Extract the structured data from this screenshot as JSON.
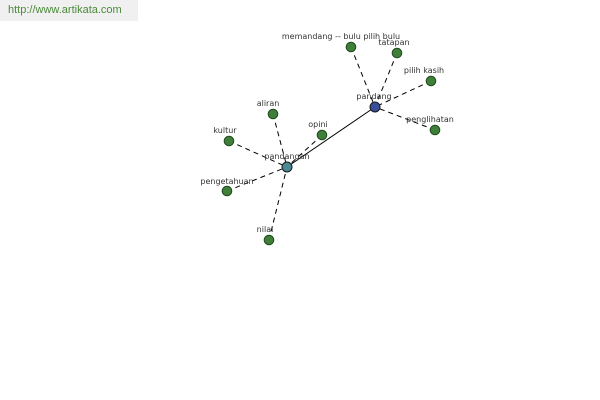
{
  "url_bar": {
    "text": "http://www.artikata.com"
  },
  "colors": {
    "leaf_fill": "#3f7f3a",
    "leaf_stroke": "#1f4a1f",
    "primary_hub_fill": "#3a4f9a",
    "secondary_hub_fill": "#4a8a92",
    "edge": "#000000",
    "url_text": "#4a8a3a",
    "url_bg": "#f0f0f0"
  },
  "graph": {
    "hubs": [
      {
        "id": "pandang",
        "label": "pandang",
        "type": "primary"
      },
      {
        "id": "pandangan",
        "label": "pandangan",
        "type": "secondary"
      }
    ],
    "leaves": [
      {
        "id": "memandang",
        "label": "memandang -- bulu pilih bulu",
        "hub": "pandang"
      },
      {
        "id": "tatapan",
        "label": "tatapan",
        "hub": "pandang"
      },
      {
        "id": "pilih-kasih",
        "label": "pilih kasih",
        "hub": "pandang"
      },
      {
        "id": "penglihatan",
        "label": "penglihatan",
        "hub": "pandang"
      },
      {
        "id": "aliran",
        "label": "aliran",
        "hub": "pandangan"
      },
      {
        "id": "opini",
        "label": "opini",
        "hub": "pandangan"
      },
      {
        "id": "kultur",
        "label": "kultur",
        "hub": "pandangan"
      },
      {
        "id": "pengetahuan",
        "label": "pengetahuan",
        "hub": "pandangan"
      },
      {
        "id": "nilai",
        "label": "nilai",
        "hub": "pandangan"
      }
    ],
    "hub_links": [
      {
        "from": "pandang",
        "to": "pandangan"
      }
    ]
  }
}
